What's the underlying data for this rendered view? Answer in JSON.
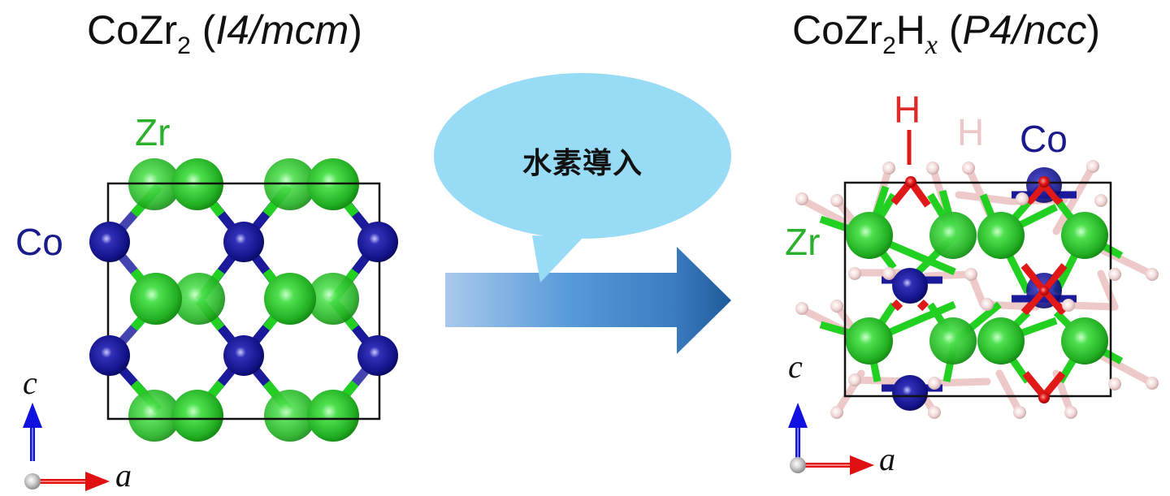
{
  "left_panel": {
    "title": {
      "formula_main": "CoZr",
      "formula_sub": "2",
      "space_group_open": " (",
      "space_group": "I4/mcm",
      "space_group_close": ")"
    },
    "labels": {
      "zr": "Zr",
      "co": "Co"
    },
    "axes": {
      "vertical": "c",
      "horizontal": "a"
    }
  },
  "right_panel": {
    "title": {
      "formula_main": "CoZr",
      "formula_sub": "2",
      "formula_h": "H",
      "formula_h_sub": "x",
      "space_group_open": " (",
      "space_group": "P4/ncc",
      "space_group_close": ")"
    },
    "labels": {
      "h_red": "H",
      "h_pink": "H",
      "co": "Co",
      "zr": "Zr"
    },
    "axes": {
      "vertical": "c",
      "horizontal": "a"
    }
  },
  "center": {
    "bubble_text": "水素導入",
    "arrow_meaning": "hydrogen-introduction-transition"
  },
  "colors": {
    "zr": "#2fbf2f",
    "co": "#1a1a8c",
    "h_red": "#e02020",
    "h_pink": "#e8c4c4",
    "bubble": "#97dbf5",
    "arrow_start": "#a7c8ea",
    "arrow_end": "#1f5a99",
    "axis_c": "#1010e0",
    "axis_a": "#e01010"
  }
}
